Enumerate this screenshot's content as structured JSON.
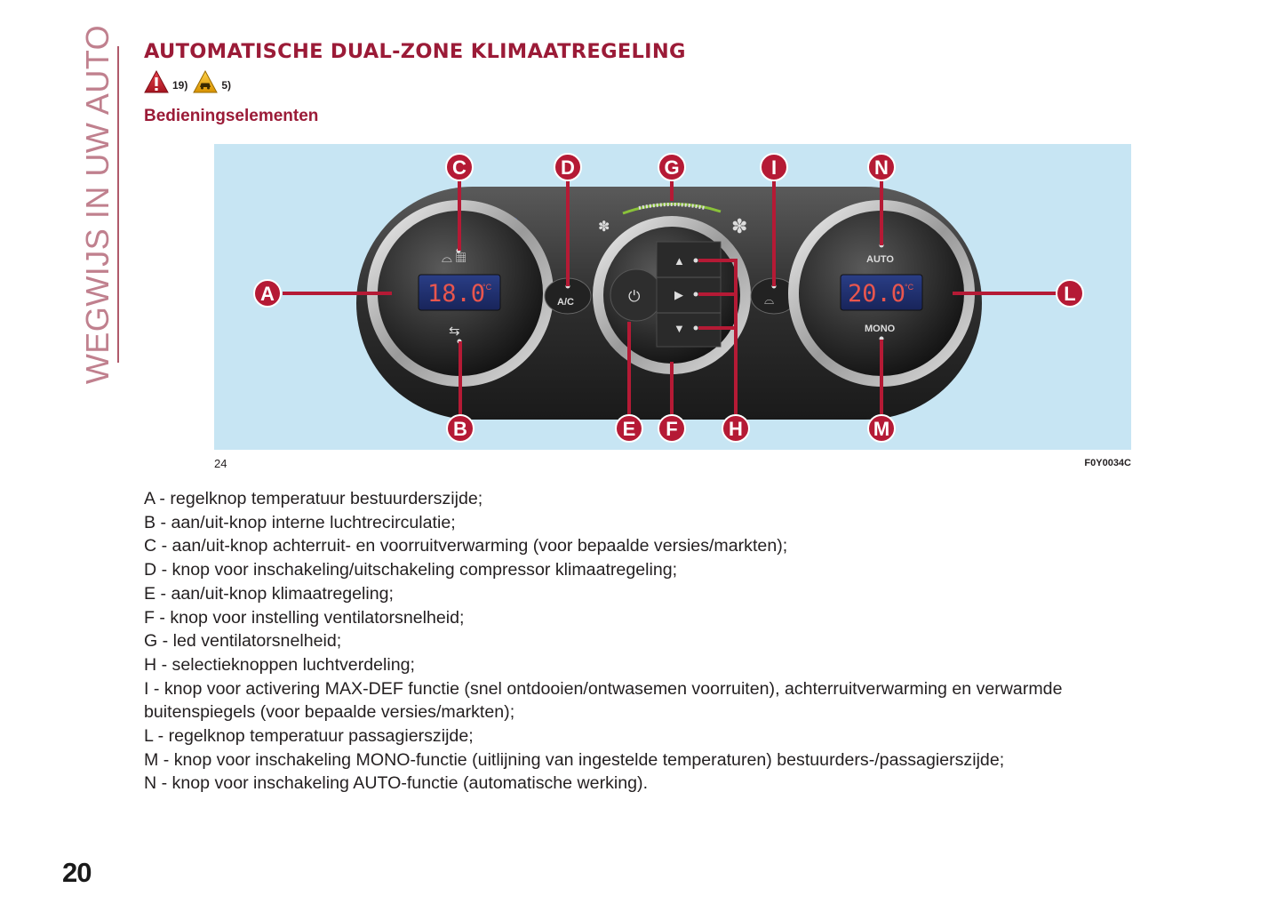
{
  "side_tab": "WEGWIJS IN UW AUTO",
  "page_number": "20",
  "title": "AUTOMATISCHE DUAL-ZONE KLIMAATREGELING",
  "warnings": [
    {
      "icon": "danger-warning-icon",
      "ref": "19)",
      "color": "#d2202f"
    },
    {
      "icon": "caution-car-icon",
      "ref": "5)",
      "color": "#f0b31b"
    }
  ],
  "subtitle": "Bedieningselementen",
  "figure": {
    "number": "24",
    "code": "F0Y0034C",
    "display_left": "18.0",
    "display_right": "20.0",
    "unit": "°C",
    "button_ac": "A/C",
    "button_auto": "AUTO",
    "button_mono": "MONO",
    "callouts": [
      "A",
      "B",
      "C",
      "D",
      "E",
      "F",
      "G",
      "H",
      "I",
      "L",
      "M",
      "N"
    ],
    "callout_color": "#b51a35",
    "background_color": "#c7e5f3"
  },
  "legend": [
    "A - regelknop temperatuur bestuurderszijde;",
    "B - aan/uit-knop interne luchtrecirculatie;",
    "C - aan/uit-knop achterruit- en voorruitverwarming (voor bepaalde versies/markten);",
    "D - knop voor inschakeling/uitschakeling compressor klimaatregeling;",
    "E - aan/uit-knop klimaatregeling;",
    "F - knop voor instelling ventilatorsnelheid;",
    "G - led ventilatorsnelheid;",
    "H - selectieknoppen luchtverdeling;",
    "I - knop voor activering MAX-DEF functie (snel ontdooien/ontwasemen voorruiten), achterruitverwarming en verwarmde buitenspiegels (voor bepaalde versies/markten);",
    "L - regelknop temperatuur passagierszijde;",
    "M - knop voor inschakeling MONO-functie (uitlijning van ingestelde temperaturen) bestuurders-/passagierszijde;",
    "N - knop voor inschakeling AUTO-functie (automatische werking)."
  ]
}
